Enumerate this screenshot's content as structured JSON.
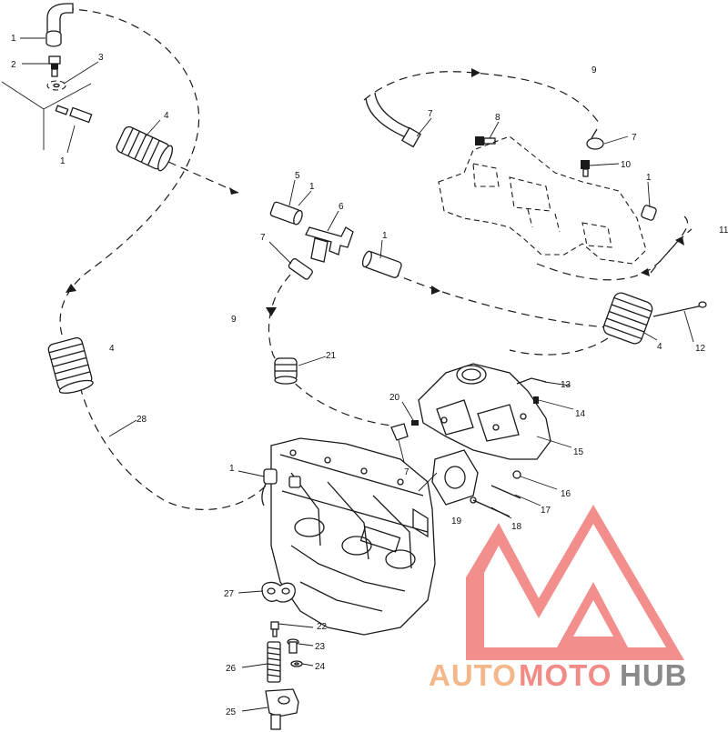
{
  "callouts": [
    {
      "id": "c1a",
      "text": "1"
    },
    {
      "id": "c2",
      "text": "2"
    },
    {
      "id": "c3",
      "text": "3"
    },
    {
      "id": "c1b",
      "text": "1"
    },
    {
      "id": "c4a",
      "text": "4"
    },
    {
      "id": "c5",
      "text": "5"
    },
    {
      "id": "c1c",
      "text": "1"
    },
    {
      "id": "c6",
      "text": "6"
    },
    {
      "id": "c7a",
      "text": "7"
    },
    {
      "id": "c1d",
      "text": "1"
    },
    {
      "id": "c9a",
      "text": "9"
    },
    {
      "id": "c9b",
      "text": "9"
    },
    {
      "id": "c7b",
      "text": "7"
    },
    {
      "id": "c8",
      "text": "8"
    },
    {
      "id": "c7c",
      "text": "7"
    },
    {
      "id": "c10",
      "text": "10"
    },
    {
      "id": "c1e",
      "text": "1"
    },
    {
      "id": "c11",
      "text": "11"
    },
    {
      "id": "c4b",
      "text": "4"
    },
    {
      "id": "c12",
      "text": "12"
    },
    {
      "id": "c4c",
      "text": "4"
    },
    {
      "id": "c21",
      "text": "21"
    },
    {
      "id": "c13",
      "text": "13"
    },
    {
      "id": "c14",
      "text": "14"
    },
    {
      "id": "c20",
      "text": "20"
    },
    {
      "id": "c15",
      "text": "15"
    },
    {
      "id": "c28",
      "text": "28"
    },
    {
      "id": "c1f",
      "text": "1"
    },
    {
      "id": "c7d",
      "text": "7"
    },
    {
      "id": "c16",
      "text": "16"
    },
    {
      "id": "c17",
      "text": "17"
    },
    {
      "id": "c19",
      "text": "19"
    },
    {
      "id": "c18",
      "text": "18"
    },
    {
      "id": "c27",
      "text": "27"
    },
    {
      "id": "c22",
      "text": "22"
    },
    {
      "id": "c23",
      "text": "23"
    },
    {
      "id": "c26",
      "text": "26"
    },
    {
      "id": "c24",
      "text": "24"
    },
    {
      "id": "c25",
      "text": "25"
    }
  ],
  "watermark": {
    "word_auto": "AUTO",
    "word_moto": "MOTO",
    "word_hub": "HUB",
    "colors": {
      "auto": "#f3b78a",
      "moto": "#f28b86",
      "hub": "#8a8a8a",
      "logo": "#f07b78"
    }
  }
}
